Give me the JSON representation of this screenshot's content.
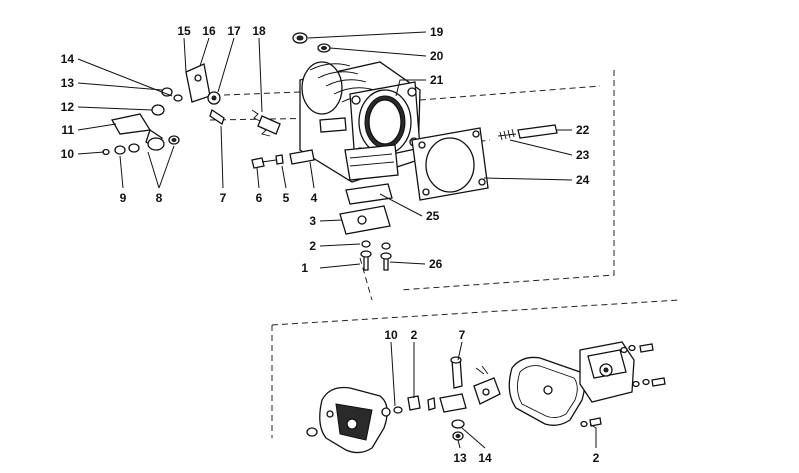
{
  "diagram": {
    "upper_callouts": [
      "1",
      "2",
      "3",
      "4",
      "5",
      "6",
      "7",
      "8",
      "9",
      "10",
      "11",
      "12",
      "13",
      "14",
      "15",
      "16",
      "17",
      "18",
      "19",
      "20",
      "21",
      "22",
      "23",
      "24",
      "25",
      "26"
    ],
    "lower_callouts": [
      "10",
      "2",
      "7",
      "13",
      "14",
      "2"
    ]
  }
}
